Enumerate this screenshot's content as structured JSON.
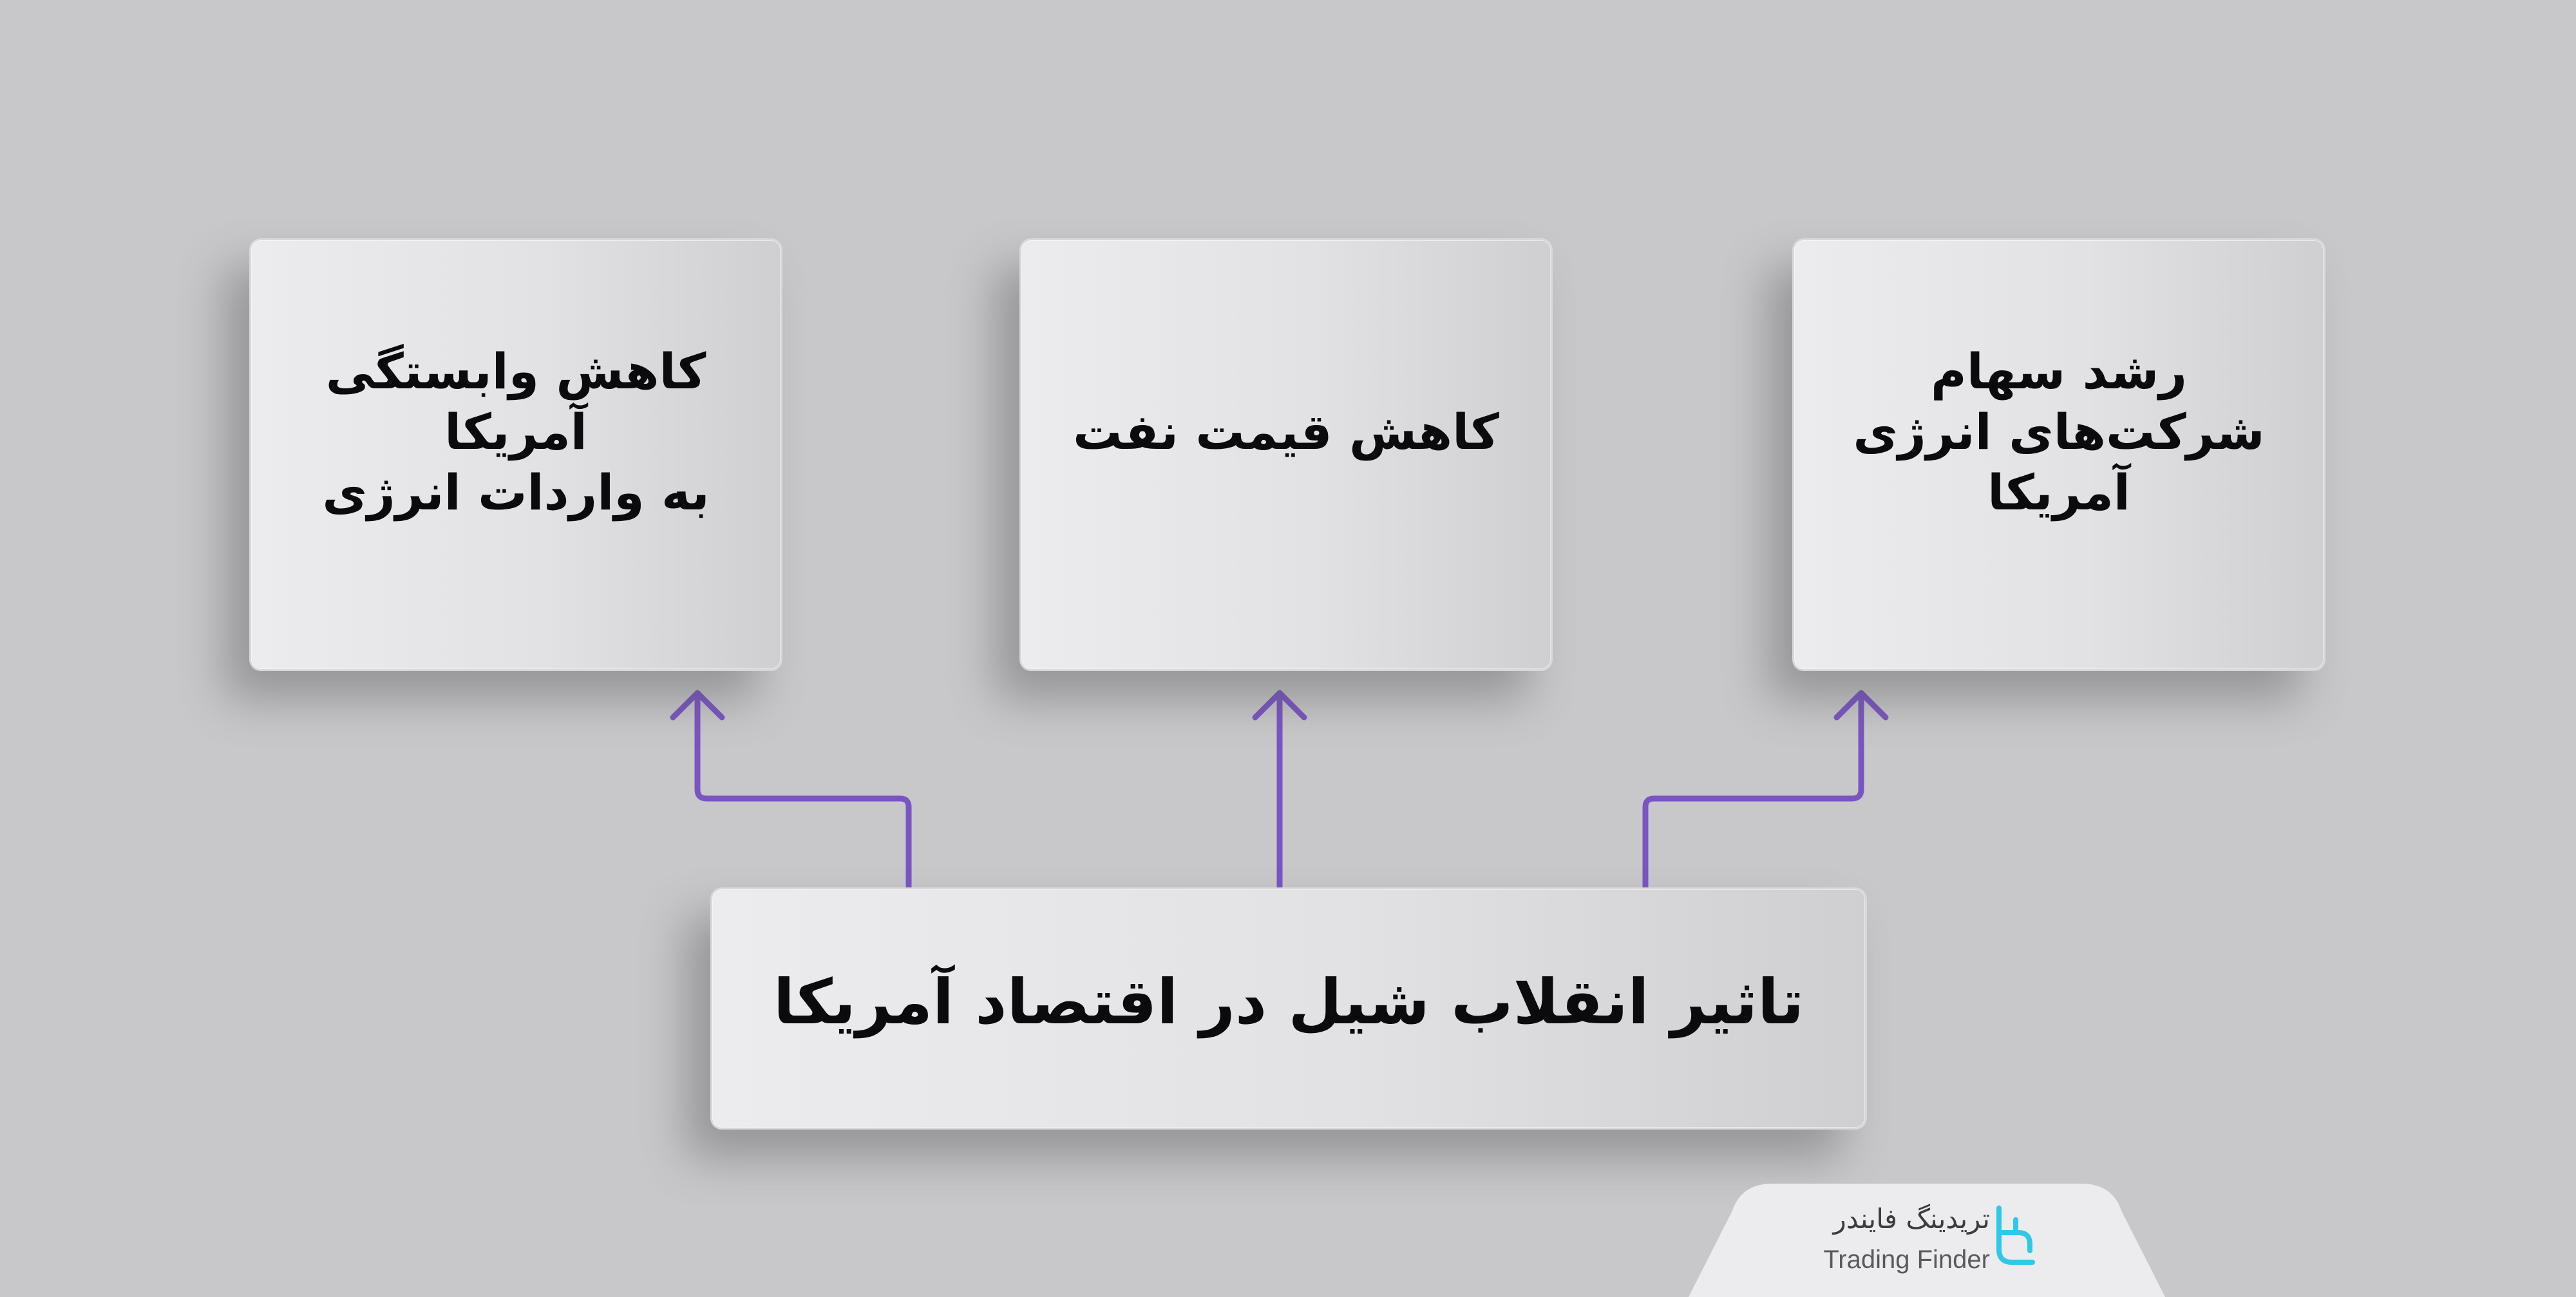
{
  "diagram": {
    "root": {
      "label": "تاثیر انقلاب شیل در اقتصاد آمریکا"
    },
    "effects": [
      {
        "lines": [
          "کاهش وابستگی آمریکا",
          "به واردات انرژی"
        ]
      },
      {
        "lines": [
          "کاهش قیمت نفت"
        ]
      },
      {
        "lines": [
          "رشد سهام",
          "شرکت‌های انرژی آمریکا"
        ]
      }
    ],
    "colors": {
      "background": "#c8c8ca",
      "card": "#e4e4e6",
      "connector": "#7a55c2",
      "text": "#0b0b0d",
      "brand_accent": "#2ec9e6"
    }
  },
  "brand": {
    "name_fa": "تریدینگ فایندر",
    "name_en": "Trading Finder",
    "icon": "trading-finder-logo-icon"
  }
}
